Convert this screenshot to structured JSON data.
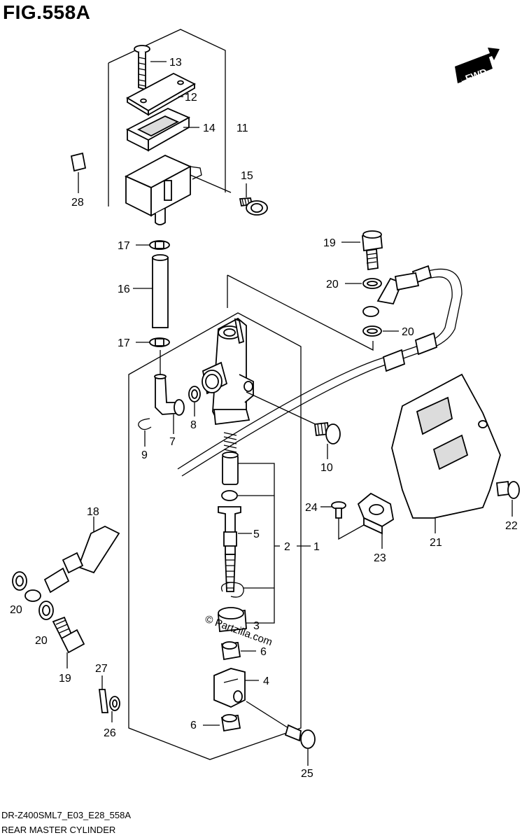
{
  "figure": {
    "title": "FIG.558A",
    "code": "DR-Z400SML7_E03_E28_558A",
    "name": "REAR MASTER CYLINDER",
    "fwd_label": "FWD",
    "watermark": "© Partzilla.com"
  },
  "callouts": [
    {
      "id": "c13",
      "label": "13"
    },
    {
      "id": "c12",
      "label": "12"
    },
    {
      "id": "c14",
      "label": "14"
    },
    {
      "id": "c11",
      "label": "11"
    },
    {
      "id": "c28",
      "label": "28"
    },
    {
      "id": "c15",
      "label": "15"
    },
    {
      "id": "c17a",
      "label": "17"
    },
    {
      "id": "c16",
      "label": "16"
    },
    {
      "id": "c17b",
      "label": "17"
    },
    {
      "id": "c19a",
      "label": "19"
    },
    {
      "id": "c20a",
      "label": "20"
    },
    {
      "id": "c20b",
      "label": "20"
    },
    {
      "id": "c8",
      "label": "8"
    },
    {
      "id": "c7",
      "label": "7"
    },
    {
      "id": "c9",
      "label": "9"
    },
    {
      "id": "c10",
      "label": "10"
    },
    {
      "id": "c5",
      "label": "5"
    },
    {
      "id": "c2",
      "label": "2"
    },
    {
      "id": "c1",
      "label": "1"
    },
    {
      "id": "c24",
      "label": "24"
    },
    {
      "id": "c23",
      "label": "23"
    },
    {
      "id": "c21",
      "label": "21"
    },
    {
      "id": "c22",
      "label": "22"
    },
    {
      "id": "c18",
      "label": "18"
    },
    {
      "id": "c20c",
      "label": "20"
    },
    {
      "id": "c20d",
      "label": "20"
    },
    {
      "id": "c19b",
      "label": "19"
    },
    {
      "id": "c3",
      "label": "3"
    },
    {
      "id": "c6a",
      "label": "6"
    },
    {
      "id": "c4",
      "label": "4"
    },
    {
      "id": "c27",
      "label": "27"
    },
    {
      "id": "c26",
      "label": "26"
    },
    {
      "id": "c6b",
      "label": "6"
    },
    {
      "id": "c25",
      "label": "25"
    }
  ]
}
